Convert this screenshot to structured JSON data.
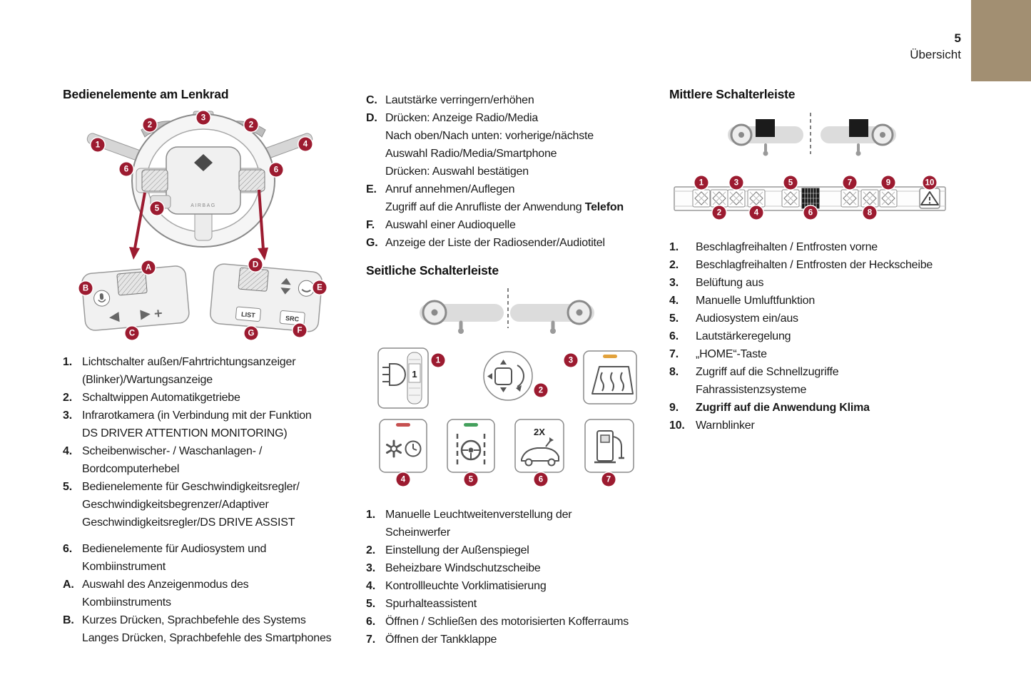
{
  "page": {
    "number": "5",
    "section": "Übersicht"
  },
  "colors": {
    "accent": "#9c1b30",
    "corner_tab": "#a28f72"
  },
  "steering": {
    "heading": "Bedienelemente am Lenkrad",
    "callouts": [
      "1",
      "2",
      "3",
      "2",
      "4",
      "6",
      "6",
      "5"
    ],
    "cluster_callouts": [
      "A",
      "B",
      "C",
      "D",
      "E",
      "F",
      "G"
    ],
    "labels": {
      "airbag": "AIRBAG",
      "list": "LIST",
      "src": "SRC"
    },
    "items": [
      {
        "label": "1.",
        "text": "Lichtschalter außen/Fahrtrichtungsanzeiger\n(Blinker)/Wartungsanzeige"
      },
      {
        "label": "2.",
        "text": "Schaltwippen Automatikgetriebe"
      },
      {
        "label": "3.",
        "text": "Infrarotkamera (in Verbindung mit der Funktion\nDS DRIVER ATTENTION MONITORING)"
      },
      {
        "label": "4.",
        "text": "Scheibenwischer- / Waschanlagen- /\nBordcomputerhebel"
      },
      {
        "label": "5.",
        "text": "Bedienelemente für Geschwindigkeitsregler/\nGeschwindigkeitsbegrenzer/Adaptiver\nGeschwindigkeitsregler/DS DRIVE ASSIST"
      },
      {
        "label": "6.",
        "text": "Bedienelemente für Audiosystem und\nKombiinstrument"
      },
      {
        "label": "A.",
        "text": "Auswahl des Anzeigenmodus des\nKombiinstruments"
      },
      {
        "label": "B.",
        "text": "Kurzes Drücken, Sprachbefehle des Systems\nLanges Drücken, Sprachbefehle des Smartphones"
      }
    ]
  },
  "steering_cont": {
    "items": [
      {
        "label": "C.",
        "text": "Lautstärke verringern/erhöhen"
      },
      {
        "label": "D.",
        "text": "Drücken: Anzeige Radio/Media\nNach oben/Nach unten: vorherige/nächste\nAuswahl Radio/Media/Smartphone\nDrücken: Auswahl bestätigen"
      },
      {
        "label": "E.",
        "text": "Anruf annehmen/Auflegen\nZugriff auf die Anrufliste der Anwendung ",
        "bold": "Telefon"
      },
      {
        "label": "F.",
        "text": "Auswahl einer Audioquelle"
      },
      {
        "label": "G.",
        "text": "Anzeige der Liste der Radiosender/Audiotitel"
      }
    ]
  },
  "side_panel": {
    "heading": "Seitliche Schalterleiste",
    "callouts": [
      "1",
      "2",
      "3",
      "4",
      "5",
      "6",
      "7"
    ],
    "labels": {
      "dial": "1",
      "trunk": "2X"
    },
    "items": [
      {
        "label": "1.",
        "text": "Manuelle Leuchtweitenverstellung der\nScheinwerfer"
      },
      {
        "label": "2.",
        "text": "Einstellung der Außenspiegel"
      },
      {
        "label": "3.",
        "text": "Beheizbare Windschutzscheibe"
      },
      {
        "label": "4.",
        "text": "Kontrollleuchte Vorklimatisierung"
      },
      {
        "label": "5.",
        "text": "Spurhalteassistent"
      },
      {
        "label": "6.",
        "text": "Öffnen / Schließen des motorisierten Kofferraums"
      },
      {
        "label": "7.",
        "text": "Öffnen der Tankklappe"
      }
    ]
  },
  "middle_panel": {
    "heading": "Mittlere Schalterleiste",
    "callouts_top": [
      "1",
      "3",
      "5",
      "7",
      "9",
      "10"
    ],
    "callouts_bottom": [
      "2",
      "4",
      "6",
      "8"
    ],
    "items": [
      {
        "label": "1.",
        "text": "Beschlagfreihalten / Entfrosten vorne"
      },
      {
        "label": "2.",
        "text": "Beschlagfreihalten / Entfrosten der Heckscheibe"
      },
      {
        "label": "3.",
        "text": "Belüftung aus"
      },
      {
        "label": "4.",
        "text": "Manuelle Umluftfunktion"
      },
      {
        "label": "5.",
        "text": "Audiosystem ein/aus"
      },
      {
        "label": "6.",
        "text": "Lautstärkeregelung"
      },
      {
        "label": "7.",
        "text": "„HOME“-Taste"
      },
      {
        "label": "8.",
        "text": "Zugriff auf die Schnellzugriffe\nFahrassistenzsysteme"
      },
      {
        "label": "9.",
        "text": "Zugriff auf die Anwendung Klima"
      },
      {
        "label": "10.",
        "text": "Warnblinker"
      }
    ]
  }
}
